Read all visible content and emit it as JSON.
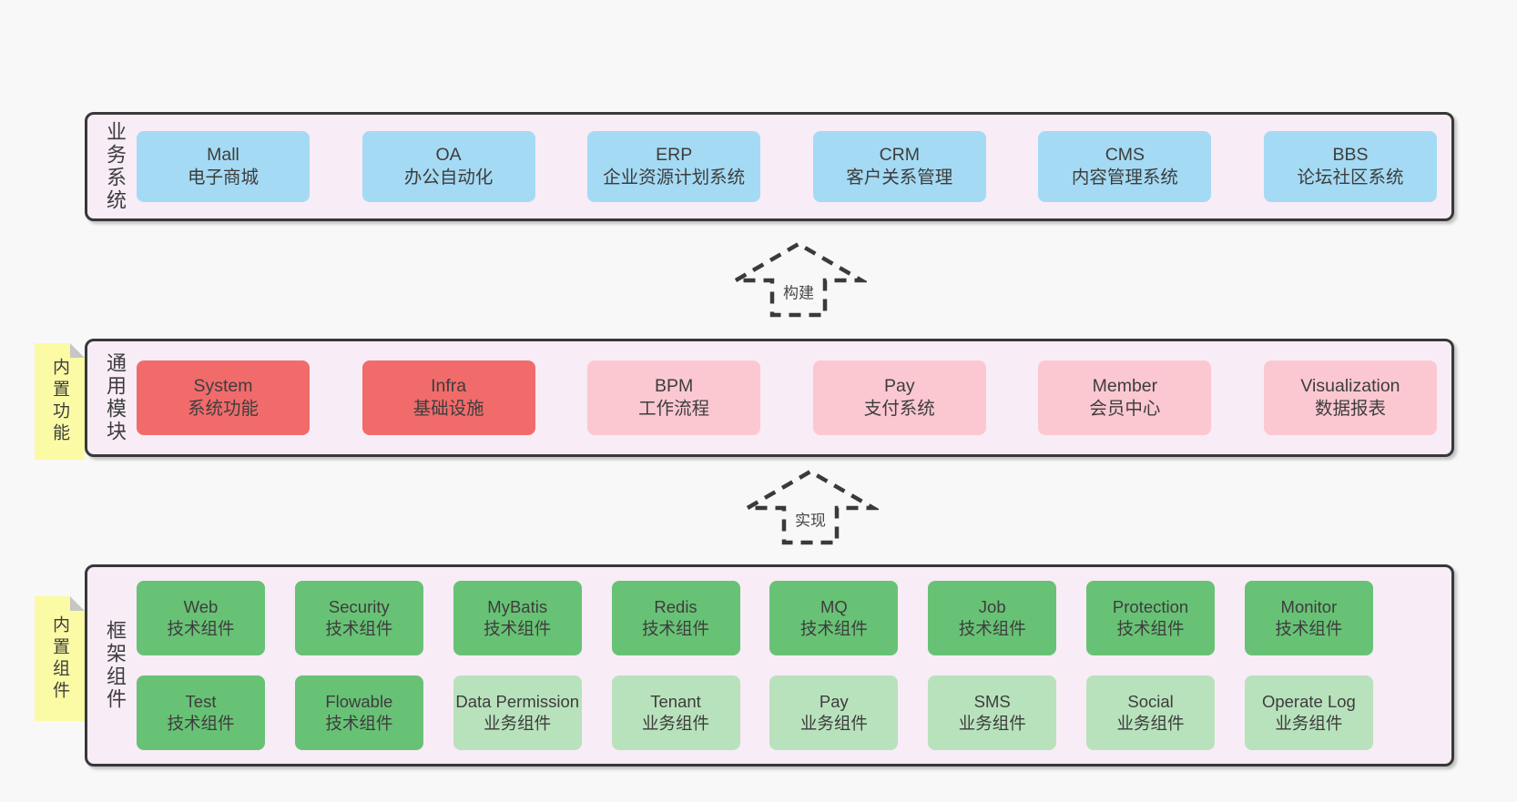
{
  "diagram": {
    "colors": {
      "page-bg": "#f8f8f8",
      "band-bg": "#f8ecf6",
      "band-border": "#383838",
      "box-blue": "#a5daf4",
      "box-red": "#f16b6b",
      "box-pink": "#fbc8d1",
      "box-green": "#68c275",
      "box-green-light": "#b8e2bc",
      "note-yellow": "#fbfba6",
      "note-fold": "#c6c6c6",
      "arrow": "#3a3a3a",
      "text": "#3d3d3d"
    },
    "arrows": [
      {
        "label": "构建"
      },
      {
        "label": "实现"
      }
    ],
    "bands": [
      {
        "label": "业务系统",
        "rows": [
          [
            {
              "name": "Mall",
              "desc": "电子商城",
              "variant": "blue"
            },
            {
              "name": "OA",
              "desc": "办公自动化",
              "variant": "blue"
            },
            {
              "name": "ERP",
              "desc": "企业资源计划系统",
              "variant": "blue"
            },
            {
              "name": "CRM",
              "desc": "客户关系管理",
              "variant": "blue"
            },
            {
              "name": "CMS",
              "desc": "内容管理系统",
              "variant": "blue"
            },
            {
              "name": "BBS",
              "desc": "论坛社区系统",
              "variant": "blue"
            }
          ]
        ]
      },
      {
        "label": "通用模块",
        "note": "内置功能",
        "rows": [
          [
            {
              "name": "System",
              "desc": "系统功能",
              "variant": "red"
            },
            {
              "name": "Infra",
              "desc": "基础设施",
              "variant": "red"
            },
            {
              "name": "BPM",
              "desc": "工作流程",
              "variant": "pink"
            },
            {
              "name": "Pay",
              "desc": "支付系统",
              "variant": "pink"
            },
            {
              "name": "Member",
              "desc": "会员中心",
              "variant": "pink"
            },
            {
              "name": "Visualization",
              "desc": "数据报表",
              "variant": "pink"
            }
          ]
        ]
      },
      {
        "label": "框架组件",
        "note": "内置组件",
        "rows": [
          [
            {
              "name": "Web",
              "desc": "技术组件",
              "variant": "green"
            },
            {
              "name": "Security",
              "desc": "技术组件",
              "variant": "green"
            },
            {
              "name": "MyBatis",
              "desc": "技术组件",
              "variant": "green"
            },
            {
              "name": "Redis",
              "desc": "技术组件",
              "variant": "green"
            },
            {
              "name": "MQ",
              "desc": "技术组件",
              "variant": "green"
            },
            {
              "name": "Job",
              "desc": "技术组件",
              "variant": "green"
            },
            {
              "name": "Protection",
              "desc": "技术组件",
              "variant": "green"
            },
            {
              "name": "Monitor",
              "desc": "技术组件",
              "variant": "green"
            }
          ],
          [
            {
              "name": "Test",
              "desc": "技术组件",
              "variant": "green"
            },
            {
              "name": "Flowable",
              "desc": "技术组件",
              "variant": "green"
            },
            {
              "name": "Data Permission",
              "desc": "业务组件",
              "variant": "green-light"
            },
            {
              "name": "Tenant",
              "desc": "业务组件",
              "variant": "green-light"
            },
            {
              "name": "Pay",
              "desc": "业务组件",
              "variant": "green-light"
            },
            {
              "name": "SMS",
              "desc": "业务组件",
              "variant": "green-light"
            },
            {
              "name": "Social",
              "desc": "业务组件",
              "variant": "green-light"
            },
            {
              "name": "Operate Log",
              "desc": "业务组件",
              "variant": "green-light"
            }
          ]
        ]
      }
    ]
  }
}
